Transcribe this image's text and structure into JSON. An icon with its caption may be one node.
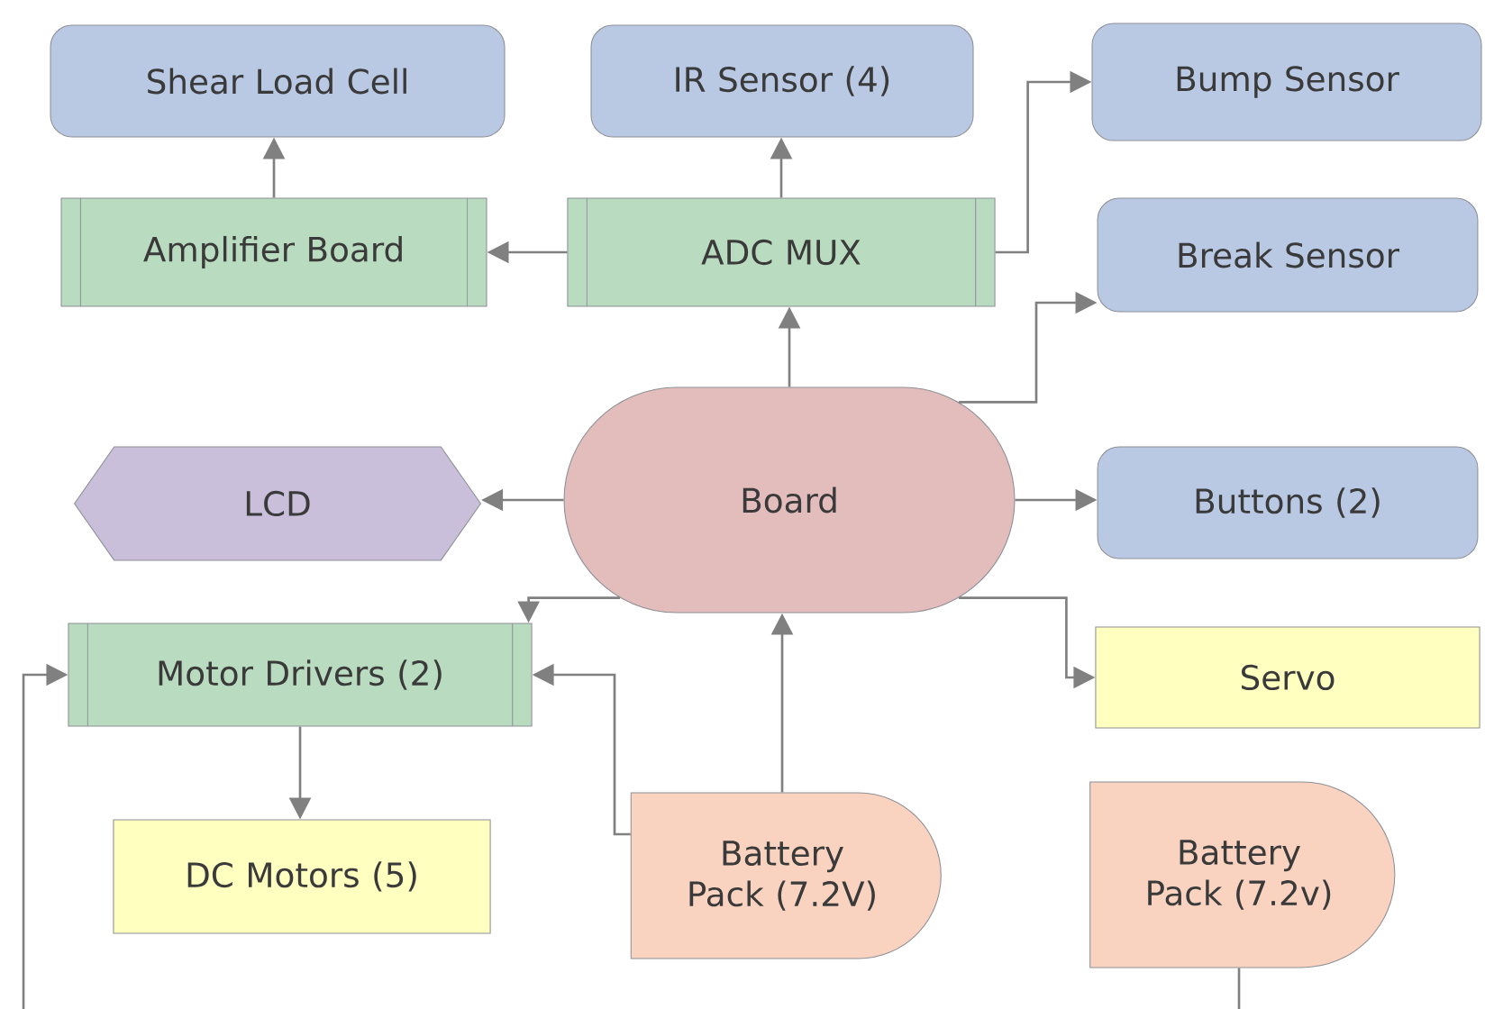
{
  "diagram": {
    "nodes": [
      {
        "text": [
          "Shear Load Cell"
        ]
      },
      {
        "text": [
          "IR Sensor (4)"
        ]
      },
      {
        "text": [
          "Bump Sensor"
        ]
      },
      {
        "text": [
          "Amplifier Board"
        ]
      },
      {
        "text": [
          "ADC MUX"
        ]
      },
      {
        "text": [
          "Break Sensor"
        ]
      },
      {
        "text": [
          "LCD"
        ]
      },
      {
        "text": [
          "Board"
        ]
      },
      {
        "text": [
          "Buttons (2)"
        ]
      },
      {
        "text": [
          "Motor Drivers (2)"
        ]
      },
      {
        "text": [
          "Servo"
        ]
      },
      {
        "text": [
          "DC Motors (5)"
        ]
      },
      {
        "text": [
          "Battery Pack (7.2V)"
        ]
      },
      {
        "text": [
          "Battery Pack (7.2v)"
        ]
      }
    ],
    "edges": [
      {
        "from": 3,
        "to": 0,
        "arrow": "to"
      },
      {
        "from": 4,
        "to": 3,
        "arrow": "to"
      },
      {
        "from": 4,
        "to": 1,
        "arrow": "to"
      },
      {
        "from": 4,
        "to": 2,
        "arrow": "to"
      },
      {
        "from": 7,
        "to": 4,
        "arrow": "to"
      },
      {
        "from": 7,
        "to": 5,
        "arrow": "to"
      },
      {
        "from": 7,
        "to": 6,
        "arrow": "to"
      },
      {
        "from": 7,
        "to": 8,
        "arrow": "to"
      },
      {
        "from": 7,
        "to": 10,
        "arrow": "to"
      },
      {
        "from": 7,
        "to": 9,
        "arrow": "to"
      },
      {
        "from": 12,
        "to": 9,
        "arrow": "to"
      },
      {
        "from": 12,
        "to": 7,
        "arrow": "to"
      },
      {
        "from": 9,
        "to": 11,
        "arrow": "to"
      },
      {
        "from": 13,
        "to": null,
        "arrow": "none"
      },
      {
        "from": null,
        "to": 9,
        "arrow": "to"
      }
    ]
  }
}
